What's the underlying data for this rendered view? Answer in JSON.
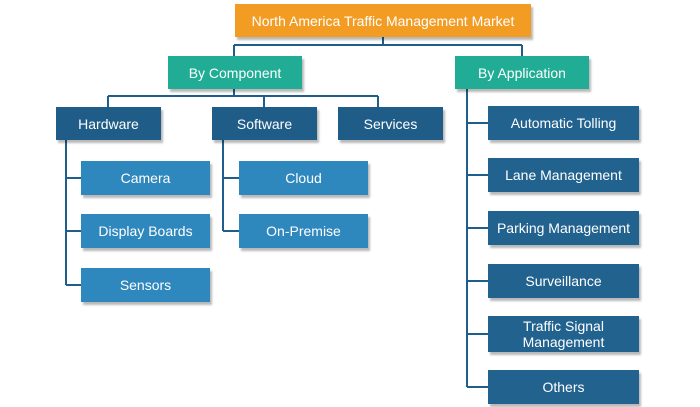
{
  "root": {
    "label": "North America Traffic Management Market"
  },
  "by_component": {
    "label": "By Component",
    "hardware": {
      "label": "Hardware",
      "children": [
        "Camera",
        "Display Boards",
        "Sensors"
      ]
    },
    "software": {
      "label": "Software",
      "children": [
        "Cloud",
        "On-Premise"
      ]
    },
    "services": {
      "label": "Services"
    }
  },
  "by_application": {
    "label": "By Application",
    "children": [
      "Automatic Tolling",
      "Lane Management",
      "Parking Management",
      "Surveillance",
      "Traffic Signal Management",
      "Others"
    ]
  },
  "colors": {
    "root": "#f39c24",
    "category": "#21ad95",
    "level2": "#205c88",
    "level3": "#2e87bd",
    "connector": "#1f5e8b"
  }
}
